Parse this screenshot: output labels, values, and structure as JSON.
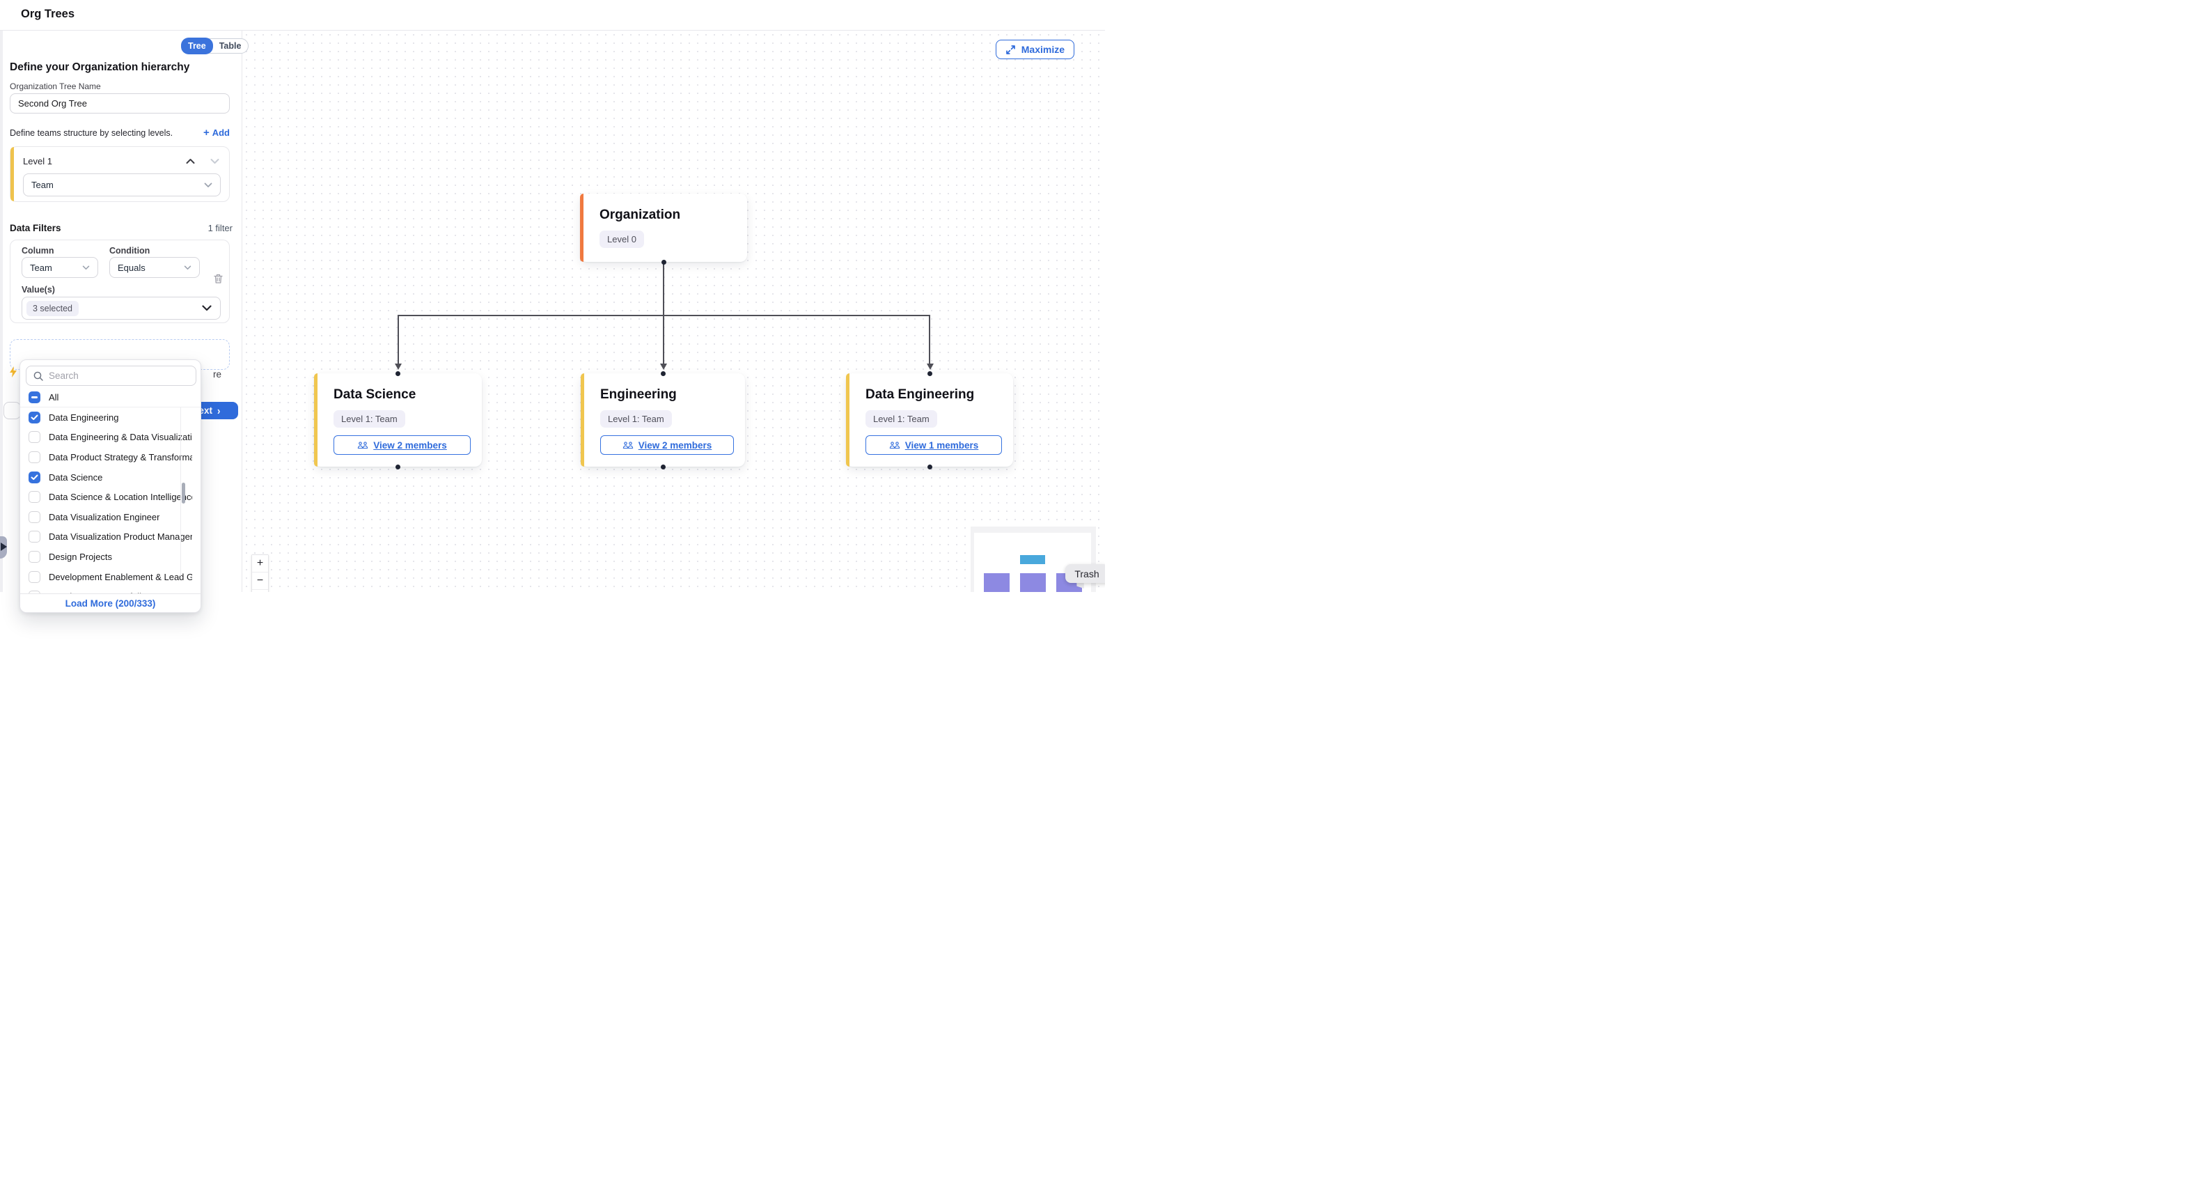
{
  "header": {
    "title": "Org Trees"
  },
  "toggle": {
    "tree_label": "Tree",
    "table_label": "Table"
  },
  "panel": {
    "heading": "Define your Organization hierarchy",
    "tree_name_label": "Organization Tree Name",
    "tree_name_value": "Second Org Tree",
    "levels_hint": "Define teams structure by selecting levels.",
    "add_label": "Add",
    "level_card": {
      "title": "Level 1",
      "selected_type": "Team"
    },
    "filters": {
      "title": "Data Filters",
      "count_label": "1 filter",
      "column_label": "Column",
      "column_value": "Team",
      "condition_label": "Condition",
      "condition_value": "Equals",
      "values_label": "Value(s)",
      "values_value": "3 selected"
    },
    "hidden_text_fragment": "re",
    "next_label": "Next",
    "next_chevron": "›"
  },
  "dropdown": {
    "search_placeholder": "Search",
    "select_all_label": "All",
    "items": [
      {
        "label": "Data Engineering",
        "checked": true
      },
      {
        "label": "Data Engineering & Data Visualization",
        "checked": false
      },
      {
        "label": "Data Product Strategy & Transformat...",
        "checked": false
      },
      {
        "label": "Data Science",
        "checked": true
      },
      {
        "label": "Data Science & Location Intelligence",
        "checked": false
      },
      {
        "label": "Data Visualization Engineer",
        "checked": false
      },
      {
        "label": "Data Visualization Product Managem...",
        "checked": false
      },
      {
        "label": "Design Projects",
        "checked": false
      },
      {
        "label": "Development Enablement & Lead Ge...",
        "checked": false
      },
      {
        "label": "Development & Portfolio Strat...",
        "checked": false
      }
    ],
    "load_more_label": "Load More (200/333)"
  },
  "canvas": {
    "maximize_label": "Maximize",
    "root_node": {
      "title": "Organization",
      "badge": "Level 0"
    },
    "child_nodes": [
      {
        "title": "Data Science",
        "badge": "Level 1: Team",
        "members_label": "View 2 members"
      },
      {
        "title": "Engineering",
        "badge": "Level 1: Team",
        "members_label": "View 2 members"
      },
      {
        "title": "Data Engineering",
        "badge": "Level 1: Team",
        "members_label": "View 1 members"
      }
    ],
    "zoom_in_label": "+",
    "zoom_out_label": "−",
    "trash_tooltip": "Trash"
  },
  "colors": {
    "accent_blue": "#2F6BDB",
    "toggle_blue": "#3B73DC",
    "checkbox_blue": "#3672DE",
    "root_accent_orange": "#F0793F",
    "child_accent_yellow": "#F0C64F",
    "badge_bg": "#F0EFF8",
    "edge_gray": "#4F4F57",
    "minimap_root_blue": "#49A8DC",
    "minimap_child_purple": "#8D89E2"
  }
}
